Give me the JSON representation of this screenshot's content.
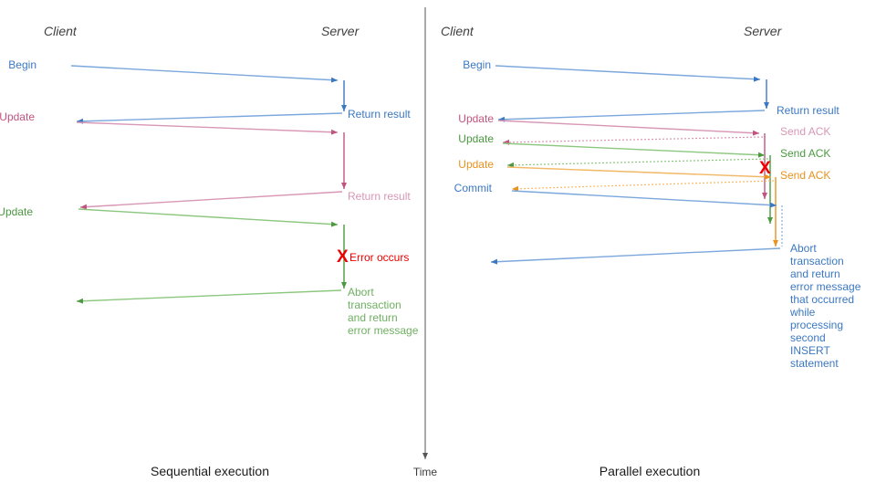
{
  "figure": {
    "time_axis_label": "Time",
    "colors": {
      "blue": "#3b78c3",
      "blue_light": "#7ba7dd",
      "pink": "#c1547f",
      "pink_light": "#d897b4",
      "green": "#4a9a3f",
      "green_light": "#8cc77f",
      "orange": "#e8921f",
      "orange_light": "#f2b866",
      "red": "#ee0000",
      "axis": "#555555",
      "text": "#3c3c3c"
    }
  },
  "panels": [
    {
      "id": "sequential",
      "caption": "Sequential execution",
      "lanes": {
        "client": "Client",
        "server": "Server"
      },
      "messages": [
        {
          "name": "begin",
          "label": "Begin",
          "color": "blue",
          "side": "client"
        },
        {
          "name": "return-result-1",
          "label": "Return result",
          "color": "blue",
          "side": "server"
        },
        {
          "name": "update-1",
          "label": "Update",
          "color": "pink",
          "side": "client"
        },
        {
          "name": "return-result-2",
          "label": "Return result",
          "color": "pink",
          "side": "server"
        },
        {
          "name": "update-2",
          "label": "Update",
          "color": "green",
          "side": "client"
        },
        {
          "name": "error-occurs",
          "label": "Error occurs",
          "color": "red",
          "side": "server"
        },
        {
          "name": "abort-message",
          "label": "Abort transaction and return error message",
          "color": "green",
          "side": "server"
        }
      ],
      "abort_lines": [
        "Abort",
        "transaction",
        "and return",
        "error message"
      ]
    },
    {
      "id": "parallel",
      "caption": "Parallel execution",
      "lanes": {
        "client": "Client",
        "server": "Server"
      },
      "messages": [
        {
          "name": "begin",
          "label": "Begin",
          "color": "blue",
          "side": "client"
        },
        {
          "name": "return-result",
          "label": "Return result",
          "color": "blue",
          "side": "server"
        },
        {
          "name": "update-1",
          "label": "Update",
          "color": "pink",
          "side": "client"
        },
        {
          "name": "send-ack-1",
          "label": "Send ACK",
          "color": "pink",
          "side": "server"
        },
        {
          "name": "update-2",
          "label": "Update",
          "color": "green",
          "side": "client"
        },
        {
          "name": "send-ack-2",
          "label": "Send ACK",
          "color": "green",
          "side": "server"
        },
        {
          "name": "update-3",
          "label": "Update",
          "color": "orange",
          "side": "client"
        },
        {
          "name": "send-ack-3",
          "label": "Send ACK",
          "color": "orange",
          "side": "server"
        },
        {
          "name": "commit",
          "label": "Commit",
          "color": "blue",
          "side": "client"
        },
        {
          "name": "error-occurs",
          "label": "",
          "color": "red",
          "side": "server"
        },
        {
          "name": "abort-message",
          "label": "Abort transaction and return error message that occurred while processing second INSERT statement",
          "color": "blue",
          "side": "server"
        }
      ],
      "abort_lines": [
        "Abort",
        "transaction",
        "and return",
        "error message",
        "that occurred",
        "while",
        "processing",
        "second",
        "INSERT",
        "statement"
      ]
    }
  ],
  "marks": {
    "error_glyph": "X"
  }
}
